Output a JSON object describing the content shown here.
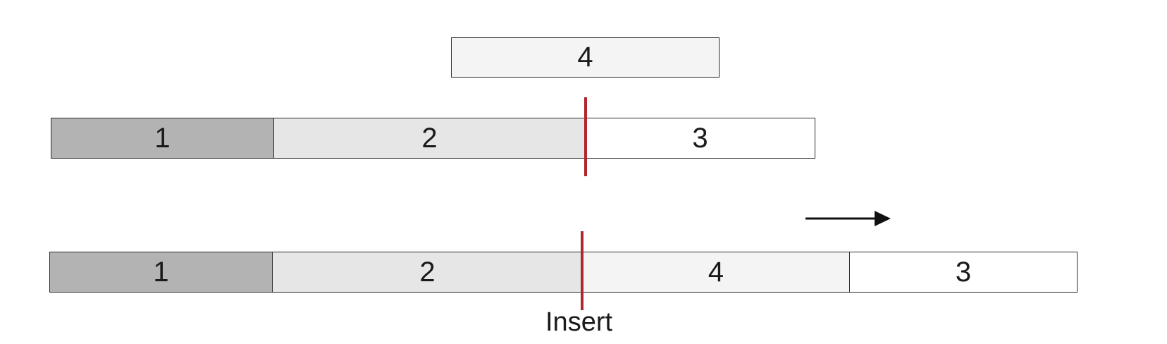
{
  "floating_clip": {
    "label": "4",
    "color": "#f4f4f4"
  },
  "before_timeline": {
    "clips": [
      {
        "label": "1",
        "color": "#b3b3b3"
      },
      {
        "label": "2",
        "color": "#e6e6e6"
      },
      {
        "label": "3",
        "color": "#ffffff"
      }
    ]
  },
  "after_timeline": {
    "clips": [
      {
        "label": "1",
        "color": "#b3b3b3"
      },
      {
        "label": "2",
        "color": "#e6e6e6"
      },
      {
        "label": "4",
        "color": "#f4f4f4"
      },
      {
        "label": "3",
        "color": "#ffffff"
      }
    ]
  },
  "insert_label": "Insert",
  "colors": {
    "playhead": "#b0272e",
    "border": "#2b2b2b",
    "arrow": "#111111"
  },
  "icons": {
    "shift_arrow": "right-arrow-icon"
  }
}
